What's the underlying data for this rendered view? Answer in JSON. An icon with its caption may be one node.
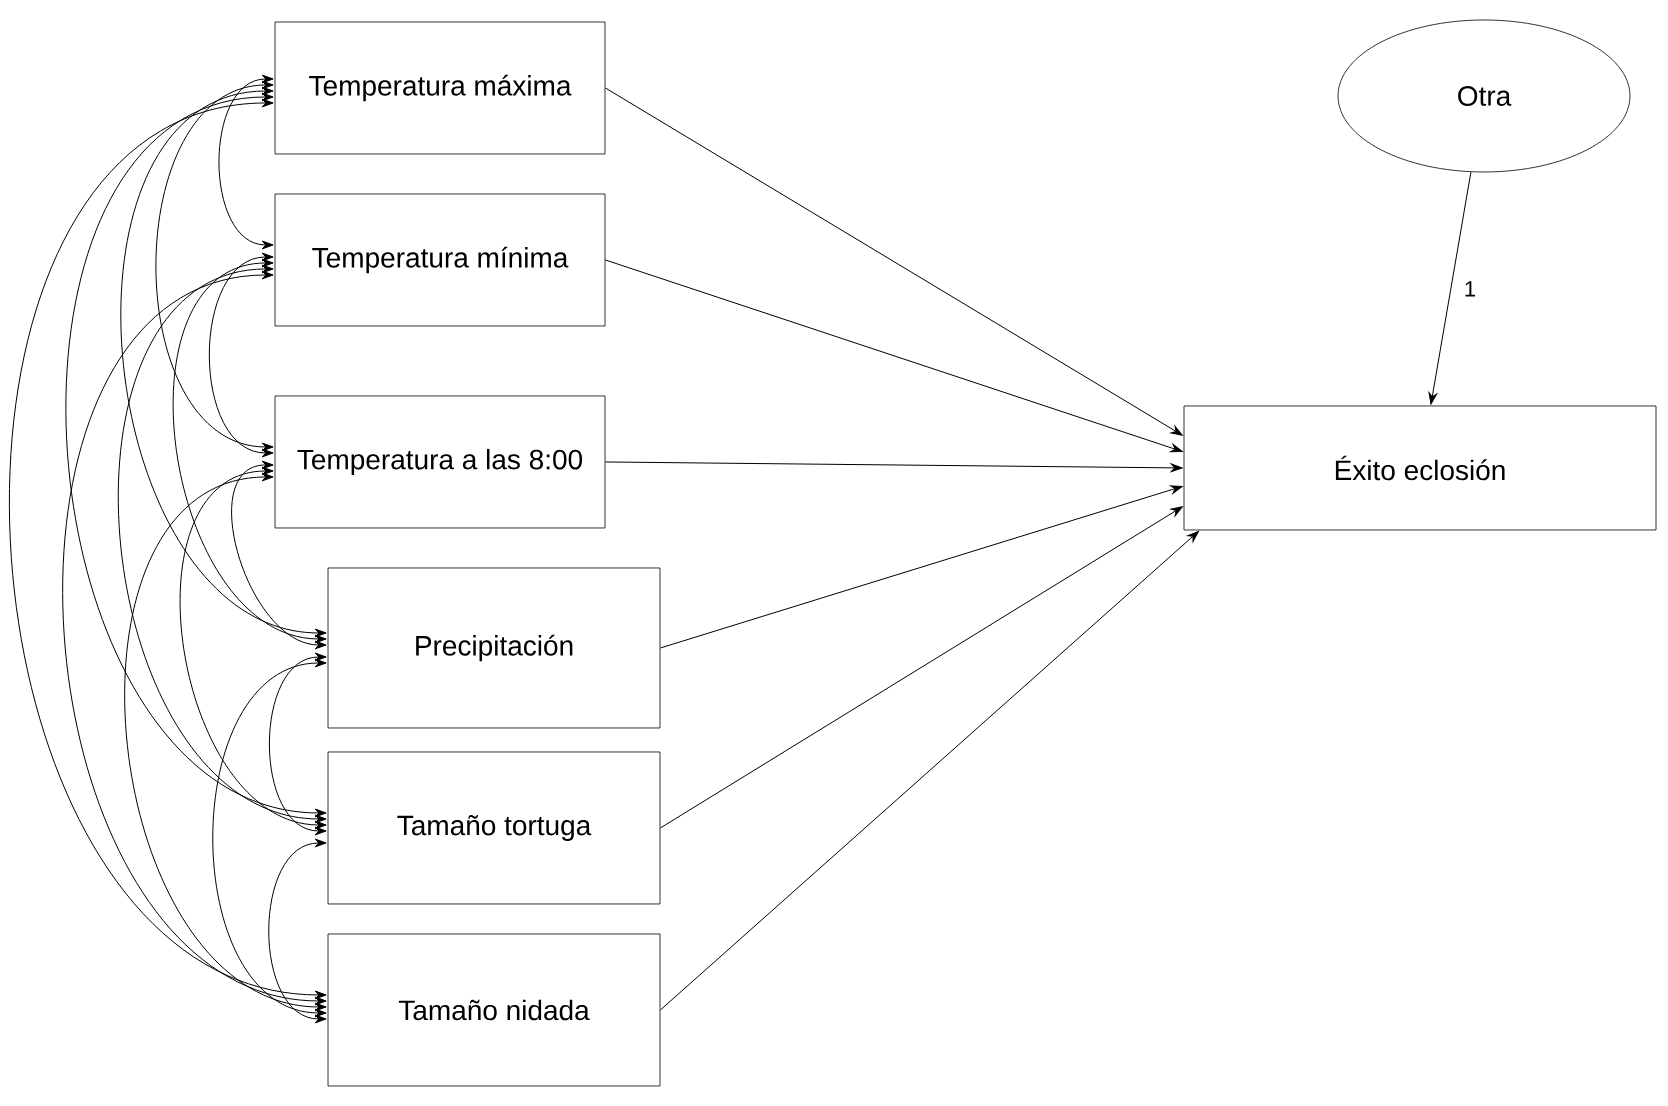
{
  "diagram": {
    "nodes": [
      {
        "text": [
          "Temperatura máxima"
        ]
      },
      {
        "text": [
          "Temperatura mínima"
        ]
      },
      {
        "text": [
          "Temperatura a las 8:00"
        ]
      },
      {
        "text": [
          "Precipitación"
        ]
      },
      {
        "text": [
          "Tamaño tortuga"
        ]
      },
      {
        "text": [
          "Tamaño nidada"
        ]
      },
      {
        "text": [
          "Éxito eclosión"
        ]
      },
      {
        "text": [
          "Otra"
        ]
      }
    ],
    "edges": [
      {
        "from": 0,
        "to": 1,
        "arrow": "both"
      },
      {
        "from": 0,
        "to": 2,
        "arrow": "both"
      },
      {
        "from": 0,
        "to": 3,
        "arrow": "both"
      },
      {
        "from": 0,
        "to": 4,
        "arrow": "both"
      },
      {
        "from": 0,
        "to": 5,
        "arrow": "both"
      },
      {
        "from": 1,
        "to": 2,
        "arrow": "both"
      },
      {
        "from": 1,
        "to": 3,
        "arrow": "both"
      },
      {
        "from": 1,
        "to": 4,
        "arrow": "both"
      },
      {
        "from": 1,
        "to": 5,
        "arrow": "both"
      },
      {
        "from": 2,
        "to": 3,
        "arrow": "both"
      },
      {
        "from": 2,
        "to": 4,
        "arrow": "both"
      },
      {
        "from": 2,
        "to": 5,
        "arrow": "both"
      },
      {
        "from": 3,
        "to": 4,
        "arrow": "both"
      },
      {
        "from": 3,
        "to": 5,
        "arrow": "both"
      },
      {
        "from": 4,
        "to": 5,
        "arrow": "both"
      },
      {
        "from": 0,
        "to": 6,
        "arrow": "to"
      },
      {
        "from": 1,
        "to": 6,
        "arrow": "to"
      },
      {
        "from": 2,
        "to": 6,
        "arrow": "to"
      },
      {
        "from": 3,
        "to": 6,
        "arrow": "to"
      },
      {
        "from": 4,
        "to": 6,
        "arrow": "to"
      },
      {
        "from": 5,
        "to": 6,
        "arrow": "to"
      },
      {
        "from": 7,
        "to": 6,
        "arrow": "to",
        "label": "1"
      }
    ]
  }
}
